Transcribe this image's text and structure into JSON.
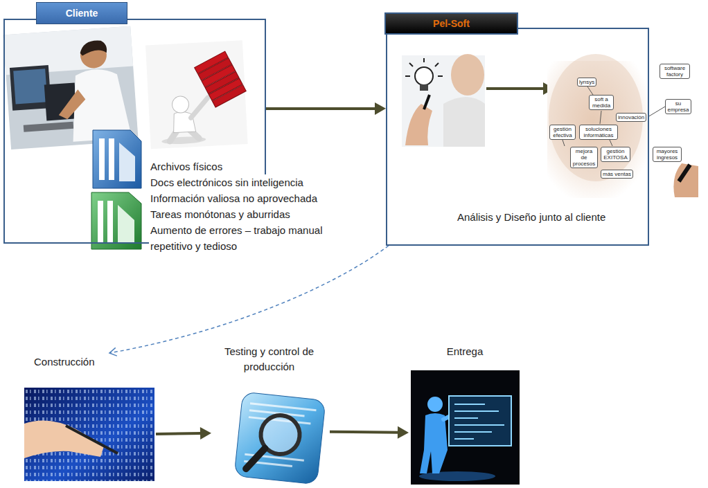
{
  "diagram": {
    "nodes": [
      {
        "text": [
          "Cliente",
          "Archivos físicos",
          "Docs electrónicos sin inteligencia",
          "Información valiosa no aprovechada",
          "Tareas monótonas y aburridas",
          "Aumento de errores – trabajo manual repetitivo y tedioso"
        ]
      },
      {
        "text": [
          "Pel-Soft",
          "Análisis y Diseño junto al cliente"
        ]
      },
      {
        "text": [
          "Construcción"
        ]
      },
      {
        "text": [
          "Testing y control de producción"
        ]
      },
      {
        "text": [
          "Entrega"
        ]
      }
    ],
    "edges": [
      {
        "from": 0,
        "to": 1,
        "arrow": "to"
      },
      {
        "from": 1,
        "to": 2,
        "arrow": "to"
      },
      {
        "from": 2,
        "to": 3,
        "arrow": "to"
      },
      {
        "from": 3,
        "to": 4,
        "arrow": "to"
      }
    ],
    "labels": [
      "lynsys",
      "soft a medida",
      "innovación",
      "software factory",
      "su empresa",
      "gestión efectiva",
      "soluciones informáticas",
      "mejora de procesos",
      "gestión EXITOSA",
      "mayores ingresos",
      "más ventas"
    ]
  }
}
